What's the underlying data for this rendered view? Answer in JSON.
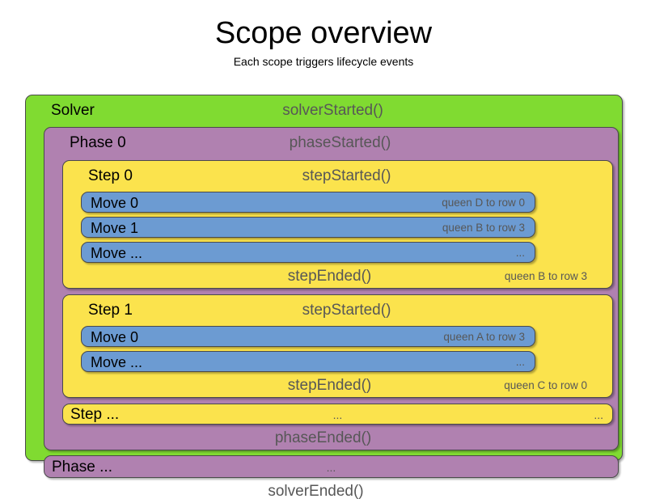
{
  "header": {
    "title": "Scope overview",
    "subtitle": "Each scope triggers lifecycle events"
  },
  "colors": {
    "solver": "#80DB31",
    "phase": "#B081B0",
    "step": "#FBE34D",
    "move": "#6C9BD2",
    "border": "#4a4a4a",
    "event_text": "#575757",
    "label_text": "#000000",
    "background": "#ffffff"
  },
  "diagram": {
    "solver": {
      "label": "Solver",
      "started_event": "solverStarted()",
      "ended_event": "solverEnded()",
      "ended_detail": "",
      "phases": [
        {
          "label": "Phase 0",
          "started_event": "phaseStarted()",
          "ended_event": "phaseEnded()",
          "ended_detail": "",
          "steps": [
            {
              "label": "Step 0",
              "started_event": "stepStarted()",
              "ended_event": "stepEnded()",
              "ended_detail": "queen B to row 3",
              "moves": [
                {
                  "label": "Move 0",
                  "detail": "queen D to row 0"
                },
                {
                  "label": "Move 1",
                  "detail": "queen B to row 3"
                },
                {
                  "label": "Move ...",
                  "detail": "..."
                }
              ]
            },
            {
              "label": "Step 1",
              "started_event": "stepStarted()",
              "ended_event": "stepEnded()",
              "ended_detail": "queen C to row 0",
              "moves": [
                {
                  "label": "Move 0",
                  "detail": "queen A to row 3"
                },
                {
                  "label": "Move ...",
                  "detail": "..."
                }
              ]
            }
          ],
          "collapsed_step": {
            "label": "Step ...",
            "event": "...",
            "detail": "..."
          }
        }
      ],
      "collapsed_phase": {
        "label": "Phase ...",
        "event": "...",
        "detail": ""
      }
    }
  }
}
